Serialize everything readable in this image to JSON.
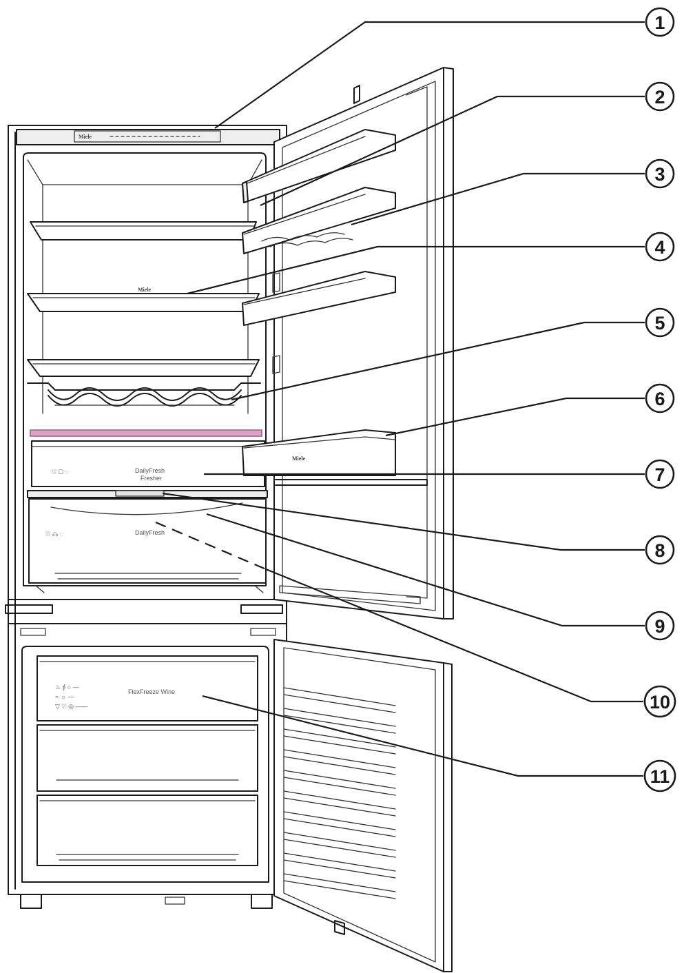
{
  "callouts": [
    {
      "id": "1",
      "label": "1"
    },
    {
      "id": "2",
      "label": "2"
    },
    {
      "id": "3",
      "label": "3"
    },
    {
      "id": "4",
      "label": "4"
    },
    {
      "id": "5",
      "label": "5"
    },
    {
      "id": "6",
      "label": "6"
    },
    {
      "id": "7",
      "label": "7"
    },
    {
      "id": "8",
      "label": "8"
    },
    {
      "id": "9",
      "label": "9"
    },
    {
      "id": "10",
      "label": "10"
    },
    {
      "id": "11",
      "label": "11"
    }
  ],
  "printed_text": {
    "brand_control_panel": "Miele",
    "brand_shelf": "Miele",
    "brand_door_shelf": "Miele",
    "drawer_upper": "DailyFresh",
    "drawer_upper_sub": "Fresher",
    "drawer_lower": "DailyFresh",
    "freezer_drawer": "FlexFreeze Wine"
  }
}
